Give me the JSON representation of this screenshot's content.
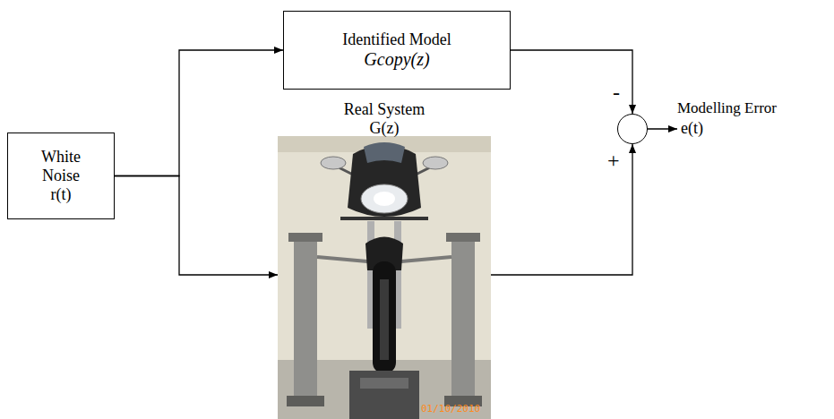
{
  "diagram": {
    "nodes": [
      {
        "text": [
          "White Noise r(t)"
        ]
      },
      {
        "text": [
          "Identified Model",
          "Gcopy(z)"
        ]
      },
      {
        "text": [
          "Real System G(z)"
        ]
      },
      {
        "text": []
      }
    ],
    "edges": [
      {
        "from": 0,
        "to": 1,
        "arrow": "to"
      },
      {
        "from": 0,
        "to": 2,
        "arrow": "to"
      },
      {
        "from": 1,
        "to": 3,
        "label": "-",
        "arrow": "to"
      },
      {
        "from": 2,
        "to": 3,
        "label": "+",
        "arrow": "to"
      }
    ],
    "labels": [
      "Modelling Error",
      "e(t)",
      "01/10/2010"
    ]
  }
}
